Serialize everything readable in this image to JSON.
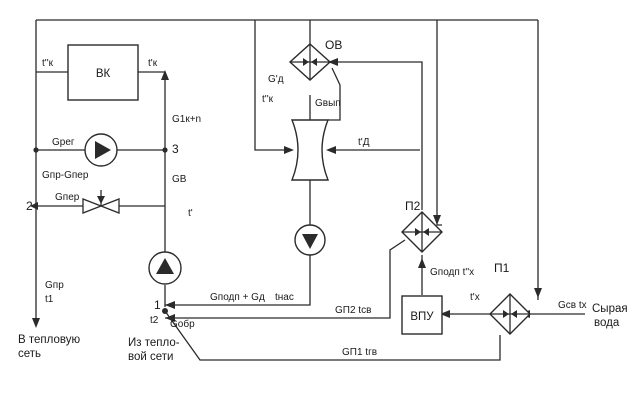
{
  "blocks": {
    "vk": "ВК",
    "vpu": "ВПУ",
    "ov": "ОВ",
    "p1": "П1",
    "p2": "П2"
  },
  "nodes": {
    "n1": "1",
    "n2": "2",
    "n3": "3"
  },
  "labels": {
    "t_k2_left": "t''к",
    "t_k1_right": "t'к",
    "g_reg": "Gрег",
    "g_pr_minus_per": "Gпр-Gпер",
    "g_per": "Gпер",
    "g_1k_n": "G1к+n",
    "g_v": "GВ",
    "t_prime": "t'",
    "g_pr": "Gпр",
    "t1": "t1",
    "t2": "t2",
    "g_obr": "Gобр",
    "g_d_prime": "G'д",
    "t_k_d": "t''к",
    "g_vyp": "Gвып",
    "t_d": "t'Д",
    "g_podp_g_d": "Gподп + Gд",
    "t_nas": "tнас",
    "g_p2_t_sv": "GП2 tсв",
    "g_podp_t_x": "Gподп t''х",
    "t_x_prime": "t'х",
    "g_sv_t_x": "Gсв tх",
    "g_p1_t_sv": "GП1 tгв",
    "to_heat_net_1": "В тепловую",
    "to_heat_net_2": "сеть",
    "from_heat_net_1": "Из тепло-",
    "from_heat_net_2": "вой сети",
    "raw_water_1": "Сырая",
    "raw_water_2": "вода"
  },
  "colors": {
    "line": "#2b2b2b",
    "background": "#ffffff"
  }
}
